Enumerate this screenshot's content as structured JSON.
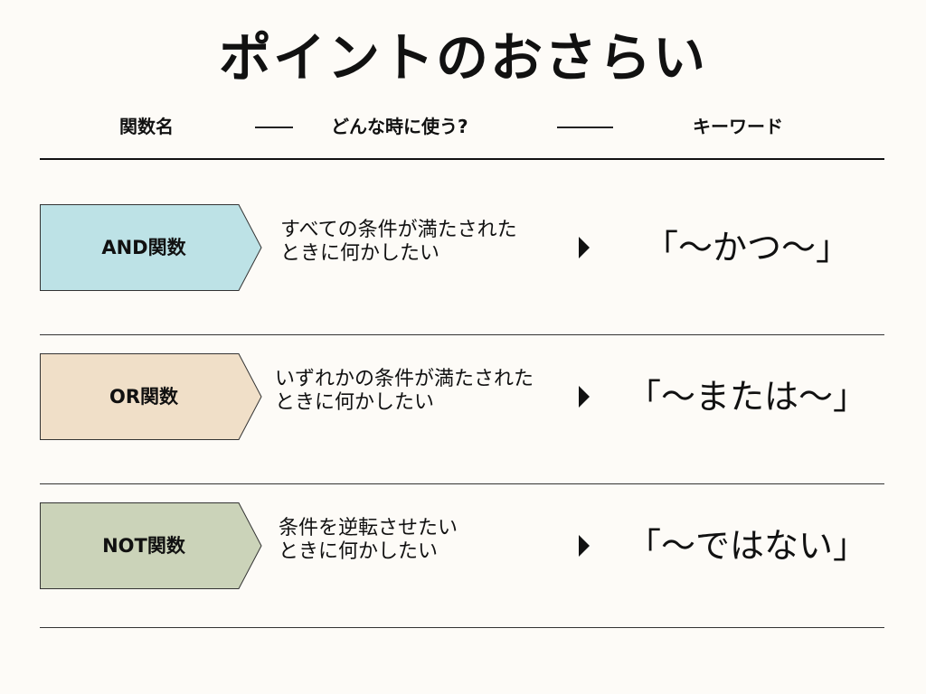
{
  "title": "ポイントのおさらい",
  "header": {
    "function_name": "関数名",
    "when_to_use": "どんな時に使う?",
    "keyword": "キーワード"
  },
  "rows": [
    {
      "function": "AND関数",
      "desc_line1": "すべての条件が満たされた",
      "desc_line2": "ときに何かしたい",
      "keyword": "「～かつ～」",
      "color": "#bde2e6"
    },
    {
      "function": "OR関数",
      "desc_line1": "いずれかの条件が満たされた",
      "desc_line2": "ときに何かしたい",
      "keyword": "「～または～」",
      "color": "#f0dfc8"
    },
    {
      "function": "NOT関数",
      "desc_line1": "条件を逆転させたい",
      "desc_line2": "ときに何かしたい",
      "keyword": "「～ではない」",
      "color": "#cbd3b9"
    }
  ],
  "icons": {
    "arrow": "triangle-right-icon"
  }
}
